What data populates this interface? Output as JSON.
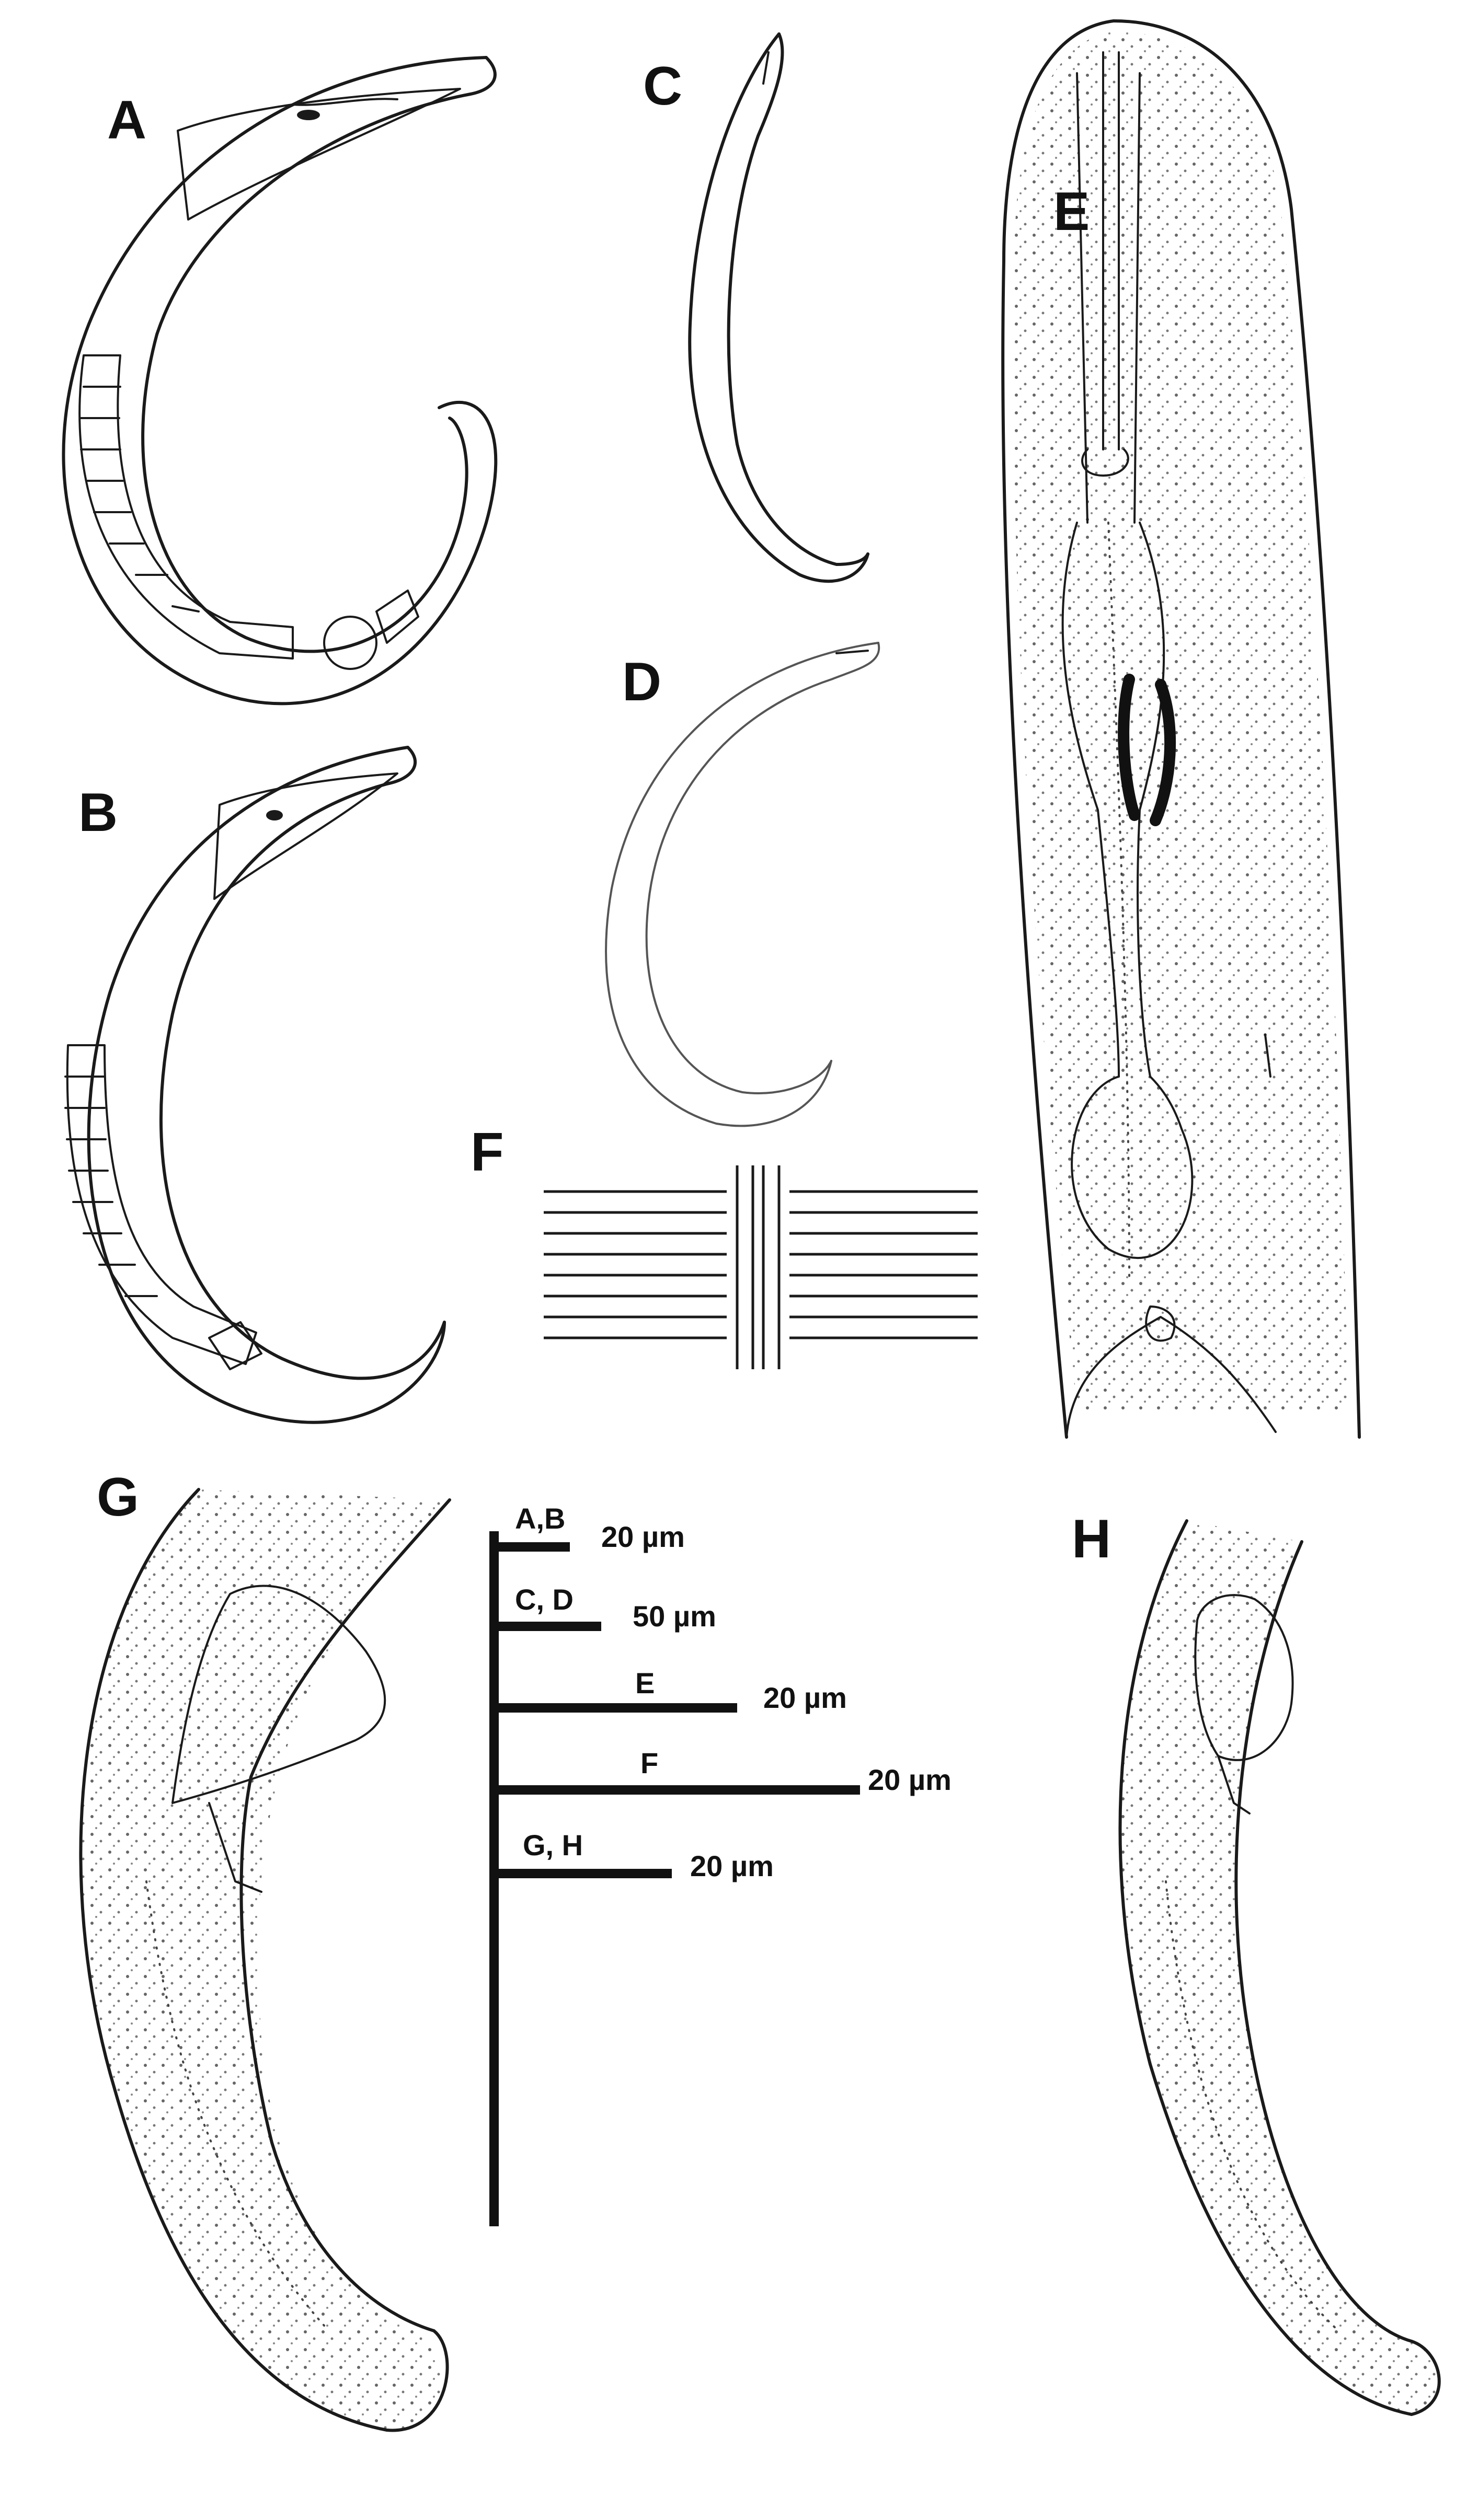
{
  "panels": {
    "a": "A",
    "b": "B",
    "c": "C",
    "d": "D",
    "e": "E",
    "f": "F",
    "g": "G",
    "h": "H"
  },
  "scale_bars": [
    {
      "label": "A,B",
      "value": "20 µm"
    },
    {
      "label": "C, D",
      "value": "50 µm"
    },
    {
      "label": "E",
      "value": "20 µm"
    },
    {
      "label": "F",
      "value": "20 µm"
    },
    {
      "label": "G, H",
      "value": "20 µm"
    }
  ],
  "colors": {
    "ink": "#1a1a1a",
    "background": "#ffffff"
  }
}
